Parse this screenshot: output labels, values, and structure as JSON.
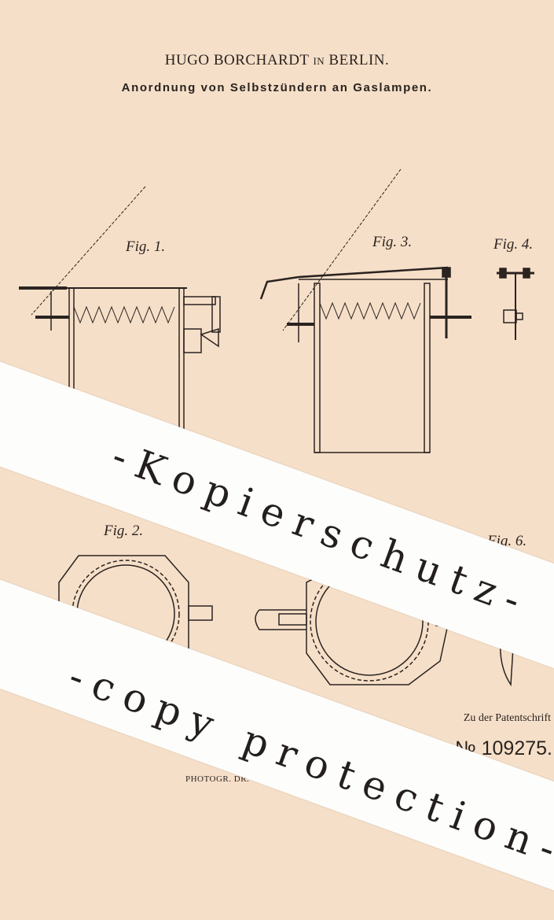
{
  "header": {
    "inventor": "HUGO BORCHARDT",
    "in_word": "IN",
    "city": "BERLIN.",
    "subtitle": "Anordnung von Selbstzündern an Gaslampen."
  },
  "figures": {
    "fig1": "Fig. 1.",
    "fig2": "Fig. 2.",
    "fig3": "Fig. 3.",
    "fig4": "Fig. 4.",
    "fig6": "Fig. 6."
  },
  "reference": {
    "label": "Zu der Patentschrift",
    "number": "№ 109275."
  },
  "footer": {
    "printer": "PHOTOGR. DR."
  },
  "watermarks": {
    "german": "-Kopierschutz-",
    "english": "-copy protection-"
  },
  "colors": {
    "paper": "#f6dfc8",
    "ink": "#2a2320",
    "band": "#fdfdfb"
  }
}
